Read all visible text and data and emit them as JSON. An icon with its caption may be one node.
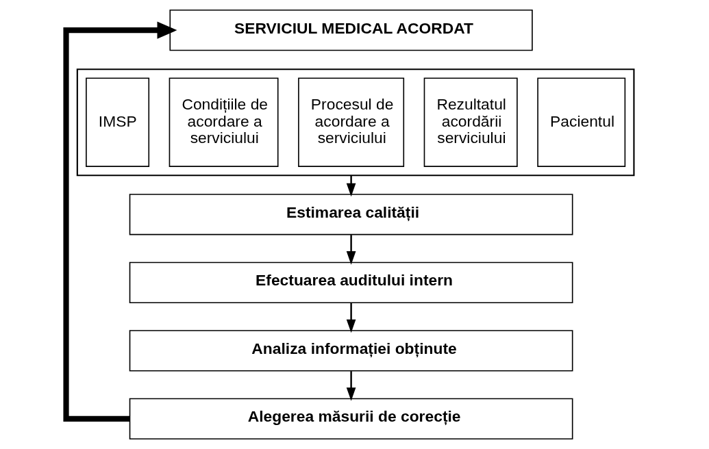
{
  "diagram": {
    "nodes": [
      {
        "text": [
          "SERVICIUL MEDICAL ACORDAT"
        ]
      },
      {
        "text": [],
        "shape": "box"
      },
      {
        "text": [
          "IMSP"
        ],
        "in": 1
      },
      {
        "text": [
          "Condițiile de acordare a serviciului"
        ],
        "in": 1
      },
      {
        "text": [
          "Procesul de acordare a serviciului"
        ],
        "in": 1
      },
      {
        "text": [
          "Rezultatul acordării serviciului"
        ],
        "in": 1
      },
      {
        "text": [
          "Pacientul"
        ],
        "in": 1
      },
      {
        "text": [
          "Estimarea calității"
        ]
      },
      {
        "text": [
          "Efectuarea auditului intern"
        ]
      },
      {
        "text": [
          "Analiza informației obținute"
        ]
      },
      {
        "text": [
          "Alegerea măsurii de corecție"
        ]
      }
    ],
    "edges": [
      {
        "from": 1,
        "to": 7,
        "arrow": "to"
      },
      {
        "from": 7,
        "to": 8,
        "arrow": "to"
      },
      {
        "from": 8,
        "to": 9,
        "arrow": "to"
      },
      {
        "from": 9,
        "to": 10,
        "arrow": "to"
      },
      {
        "from": 10,
        "to": 0,
        "arrow": "to",
        "style": "thick"
      }
    ]
  }
}
